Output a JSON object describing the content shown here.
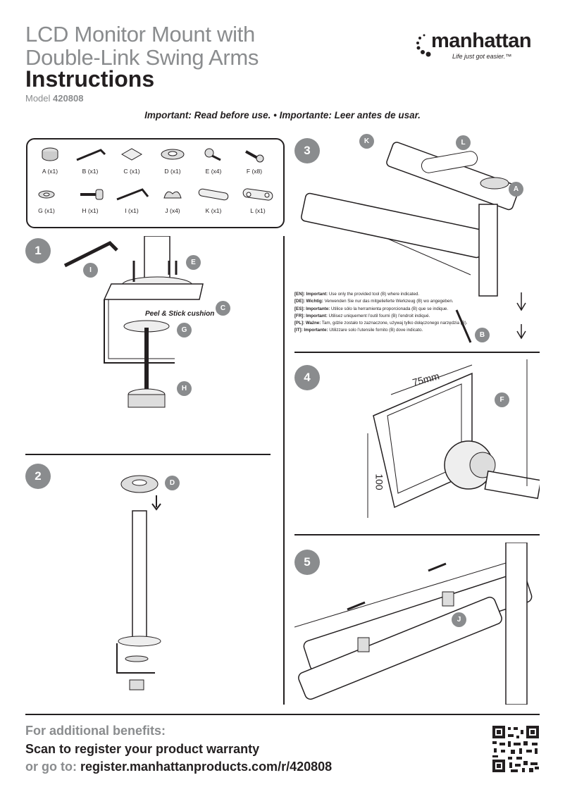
{
  "header": {
    "title_line1": "LCD Monitor Mount with",
    "title_line2": "Double-Link Swing Arms",
    "title_line3": "Instructions",
    "model_prefix": "Model",
    "model_number": "420808",
    "brand": "manhattan",
    "brand_tagline": "Life just got easier.™",
    "important_notice": "Important: Read before use. • Importante: Leer antes de usar."
  },
  "parts": [
    {
      "letter": "A",
      "qty": "(x1)"
    },
    {
      "letter": "B",
      "qty": "(x1)"
    },
    {
      "letter": "C",
      "qty": "(x1)"
    },
    {
      "letter": "D",
      "qty": "(x1)"
    },
    {
      "letter": "E",
      "qty": "(x4)"
    },
    {
      "letter": "F",
      "qty": "(x8)"
    },
    {
      "letter": "G",
      "qty": "(x1)"
    },
    {
      "letter": "H",
      "qty": "(x1)"
    },
    {
      "letter": "I",
      "qty": "(x1)"
    },
    {
      "letter": "J",
      "qty": "(x4)"
    },
    {
      "letter": "K",
      "qty": "(x1)"
    },
    {
      "letter": "L",
      "qty": "(x1)"
    }
  ],
  "steps": {
    "s1": "1",
    "s2": "2",
    "s3": "3",
    "s4": "4",
    "s5": "5"
  },
  "callouts": {
    "step1": {
      "I": "I",
      "E": "E",
      "C": "C",
      "G": "G",
      "H": "H",
      "peel": "Peel & Stick cushion"
    },
    "step2": {
      "D": "D"
    },
    "step3": {
      "K": "K",
      "L": "L",
      "A": "A",
      "B": "B"
    },
    "step4": {
      "F": "F",
      "dim_h": "75mm",
      "dim_v": "100"
    },
    "step5": {
      "J": "J"
    }
  },
  "warnings": [
    {
      "code": "[EN]:",
      "label": "Important:",
      "text": "Use only the provided tool (B) where indicated."
    },
    {
      "code": "[DE]:",
      "label": "Wichtig:",
      "text": "Verwenden Sie nur das mitgelieferte Werkzeug (B) wo angegeben."
    },
    {
      "code": "[ES]:",
      "label": "Importante:",
      "text": "Utilice sólo la herramienta proporcionada (B) que se indique."
    },
    {
      "code": "[FR]:",
      "label": "Important:",
      "text": "Utilisez uniquement l’outil fourni (B) l’endroit indiqué."
    },
    {
      "code": "[PL]:",
      "label": "Ważne:",
      "text": "Tam, gdzie zostało to zaznaczone, używaj tylko dołączonego narzędzia (B)."
    },
    {
      "code": "[IT]:",
      "label": "Importante:",
      "text": "Utilizzare solo l’utensile fornito (B) dove indicato."
    }
  ],
  "footer": {
    "benefits": "For additional benefits:",
    "scan": "Scan to register your product warranty",
    "goto_prefix": "or go to:",
    "url": "register.manhattanproducts.com/r/420808"
  },
  "colors": {
    "accent_gray": "#8a8c8e",
    "text_dark": "#231f20"
  }
}
